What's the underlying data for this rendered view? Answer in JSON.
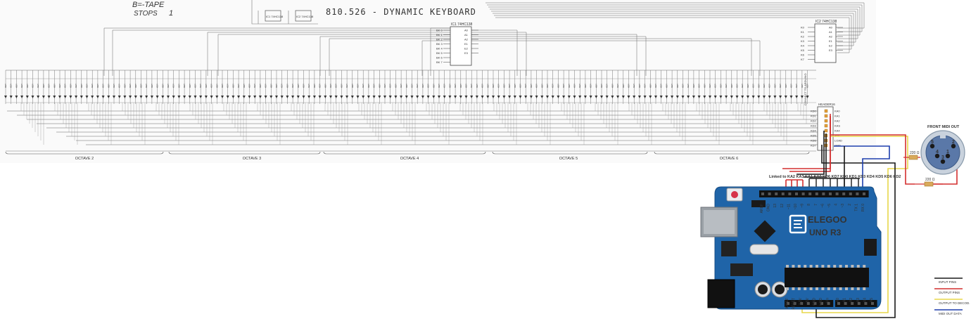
{
  "title": "810.526 - DYNAMIC KEYBOARD",
  "handwritten": [
    "B=-TAPE",
    "STOPS",
    "1"
  ],
  "octaves": [
    "OCTAVE 2",
    "OCTAVE 3",
    "OCTAVE 4",
    "OCTAVE 5",
    "OCTAVE 6"
  ],
  "ic_left": {
    "label": "IC1 74HC138",
    "left_pins": [
      "BK 0",
      "BK 1",
      "BK 2",
      "BK 3",
      "BK 4",
      "BK 5",
      "BK 6",
      "BK 7"
    ],
    "right_pins": [
      "A0",
      "A1",
      "A2",
      "E1",
      "E2",
      "E3"
    ]
  },
  "ic_right": {
    "label": "IC2 74HC138",
    "left_pins": [
      "K0",
      "K1",
      "K2",
      "K3",
      "K4",
      "K5",
      "K6",
      "K7"
    ],
    "right_pins": [
      "A0",
      "A1",
      "A2",
      "E1",
      "E2",
      "E3"
    ]
  },
  "small_chips": [
    "IC1 74HC138",
    "IC2 74HC138"
  ],
  "header_connector": {
    "label": "HEADER16",
    "left_pins": [
      "KD0",
      "KD1",
      "KD2",
      "KD3",
      "KD4",
      "KD5",
      "KD6",
      "KD7"
    ],
    "right_pins": [
      "KA0",
      "KA1",
      "KA2",
      "KAS",
      "KA4",
      "+5V",
      "LOAD",
      "GND"
    ]
  },
  "connector_note": "CONNECT TO ARDUINO",
  "midi_label": "FRONT MIDI OUT",
  "midi_pins": [
    "5",
    "4",
    "2",
    "3",
    "1"
  ],
  "resistors": [
    "220 Ω",
    "220 Ω"
  ],
  "linked_label": "Linked to KA2 KA3 KA1 KA0 KD6 KD7 KD0 KD1 KD3 KD4 KD5 KD6 KD2",
  "arduino": {
    "brand": "ELEGOO",
    "model": "UNO R3",
    "digital_header": [
      "AREF",
      "GND",
      "13",
      "12",
      "~11",
      "~10",
      "~9",
      "8",
      "7",
      "~6",
      "~5",
      "4",
      "~3",
      "2",
      "TX 1",
      "RX 0"
    ],
    "power_header": [
      "IOREF",
      "RESET",
      "3.3V",
      "5V",
      "GND",
      "GND",
      "Vin"
    ],
    "analog_header": [
      "A0",
      "A1",
      "A2",
      "A3",
      "A4",
      "A5"
    ]
  },
  "legend": [
    {
      "label": "INPUT PINS",
      "color": "#1a1a1a"
    },
    {
      "label": "OUTPUT PINS",
      "color": "#d32f2f"
    },
    {
      "label": "OUTPUT TO DECOD. (Enable/disable)",
      "color": "#e8d74a"
    },
    {
      "label": "MIDI OUT DATA",
      "color": "#1e3fae"
    }
  ],
  "colors": {
    "board": "#1f64a8",
    "board_dark": "#174e86",
    "wire_red": "#d32f2f",
    "wire_blue": "#1e3fae",
    "wire_yellow": "#e8d74a",
    "wire_black": "#1a1a1a"
  }
}
